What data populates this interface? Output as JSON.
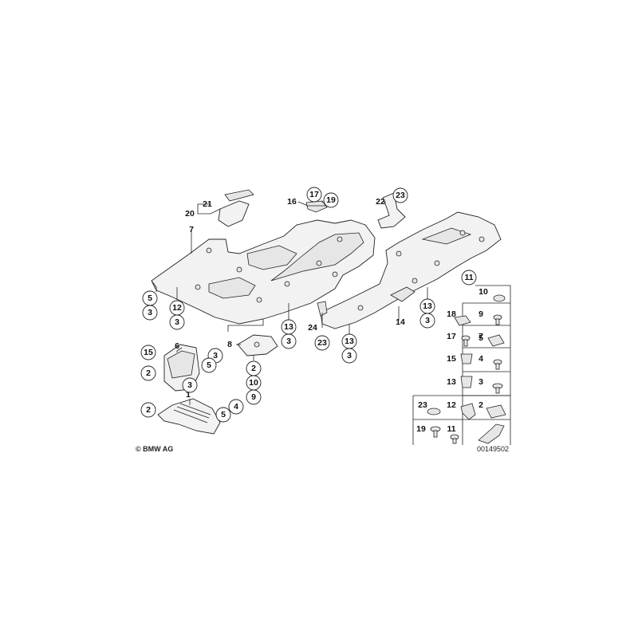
{
  "figure": {
    "copyright": "© BMW AG",
    "diagram_number": "00149502"
  },
  "callouts": [
    {
      "id": "c-21",
      "label": "21"
    },
    {
      "id": "c-20",
      "label": "20"
    },
    {
      "id": "c-7",
      "label": "7"
    },
    {
      "id": "c-16",
      "label": "16"
    },
    {
      "id": "c-17",
      "label": "17"
    },
    {
      "id": "c-19",
      "label": "19"
    },
    {
      "id": "c-22",
      "label": "22"
    },
    {
      "id": "c-23a",
      "label": "23"
    },
    {
      "id": "c-5a",
      "label": "5"
    },
    {
      "id": "c-3a",
      "label": "3"
    },
    {
      "id": "c-12a",
      "label": "12"
    },
    {
      "id": "c-3b",
      "label": "3"
    },
    {
      "id": "c-13a",
      "label": "13"
    },
    {
      "id": "c-3c",
      "label": "3"
    },
    {
      "id": "c-24",
      "label": "24"
    },
    {
      "id": "c-23b",
      "label": "23"
    },
    {
      "id": "c-14",
      "label": "14"
    },
    {
      "id": "c-13b",
      "label": "13"
    },
    {
      "id": "c-3d",
      "label": "3"
    },
    {
      "id": "c-13c",
      "label": "13"
    },
    {
      "id": "c-3e",
      "label": "3"
    },
    {
      "id": "c-11",
      "label": "11"
    },
    {
      "id": "c-6",
      "label": "6"
    },
    {
      "id": "c-15",
      "label": "15"
    },
    {
      "id": "c-2a",
      "label": "2"
    },
    {
      "id": "c-3f",
      "label": "3"
    },
    {
      "id": "c-5b",
      "label": "5"
    },
    {
      "id": "c-8",
      "label": "8"
    },
    {
      "id": "c-2b",
      "label": "2"
    },
    {
      "id": "c-10",
      "label": "10"
    },
    {
      "id": "c-9",
      "label": "9"
    },
    {
      "id": "c-1",
      "label": "1"
    },
    {
      "id": "c-3g",
      "label": "3"
    },
    {
      "id": "c-2c",
      "label": "2"
    },
    {
      "id": "c-4",
      "label": "4"
    },
    {
      "id": "c-5c",
      "label": "5"
    }
  ],
  "legend": [
    {
      "id": "l-10",
      "label": "10"
    },
    {
      "id": "l-9",
      "label": "9"
    },
    {
      "id": "l-18",
      "label": "18"
    },
    {
      "id": "l-7",
      "label": "7"
    },
    {
      "id": "l-17",
      "label": "17"
    },
    {
      "id": "l-5",
      "label": "5"
    },
    {
      "id": "l-15",
      "label": "15"
    },
    {
      "id": "l-4",
      "label": "4"
    },
    {
      "id": "l-13",
      "label": "13"
    },
    {
      "id": "l-3",
      "label": "3"
    },
    {
      "id": "l-23",
      "label": "23"
    },
    {
      "id": "l-12",
      "label": "12"
    },
    {
      "id": "l-2",
      "label": "2"
    },
    {
      "id": "l-19",
      "label": "19"
    },
    {
      "id": "l-11",
      "label": "11"
    }
  ]
}
